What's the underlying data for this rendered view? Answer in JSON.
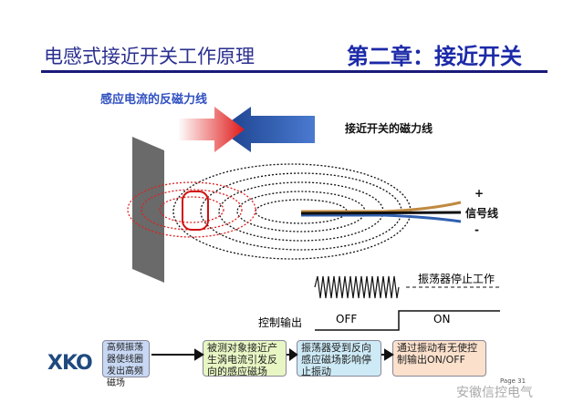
{
  "header": {
    "title": "电感式接近开关工作原理",
    "chapter": "第二章：接近开关"
  },
  "diagram": {
    "reverse_field_label": "感应电流的反磁力线",
    "field_label": "接近开关的磁力线",
    "plus": "+",
    "signal_label": "信号线",
    "minus": "-",
    "osc_stop_label": "振荡器停止工作",
    "output_label": "控制输出",
    "off_label": "OFF",
    "on_label": "ON",
    "colors": {
      "red": "#e02020",
      "blue": "#2a5aa8"
    }
  },
  "flow": [
    {
      "text": "高频振荡器使线圈发出高频磁场",
      "color": "#c8d8f4"
    },
    {
      "text": "被测对象接近产生涡电流引发反向的感应磁场",
      "color": "#e8f6c4"
    },
    {
      "text": "振荡器受到反向感应磁场影响停止振动",
      "color": "#cdeaf6"
    },
    {
      "text": "通过振动有无使控制输出ON/OFF",
      "color": "#fbe0cc"
    }
  ],
  "logo": "XKO",
  "page": "Page 31",
  "watermark": "安徽信控电气"
}
